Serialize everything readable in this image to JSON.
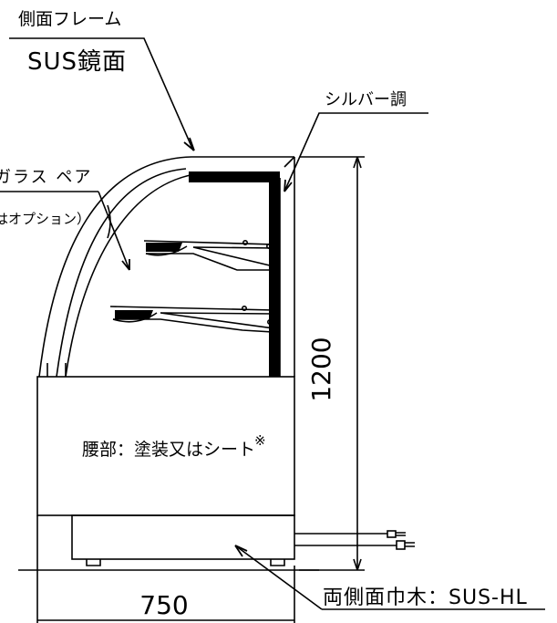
{
  "labels": {
    "side_frame": "側面フレーム",
    "side_frame_material": "SUS鏡面",
    "silver_tone": "シルバー調",
    "glass": "ガラス ペア",
    "glass_option": "はオプション）",
    "waist": "腰部：塗装又はシート",
    "waist_note_mark": "※",
    "kickboard": "両側面巾木：SUS-HL"
  },
  "dimensions": {
    "height": "1200",
    "width": "750"
  },
  "colors": {
    "line": "#000000",
    "background": "#ffffff"
  }
}
